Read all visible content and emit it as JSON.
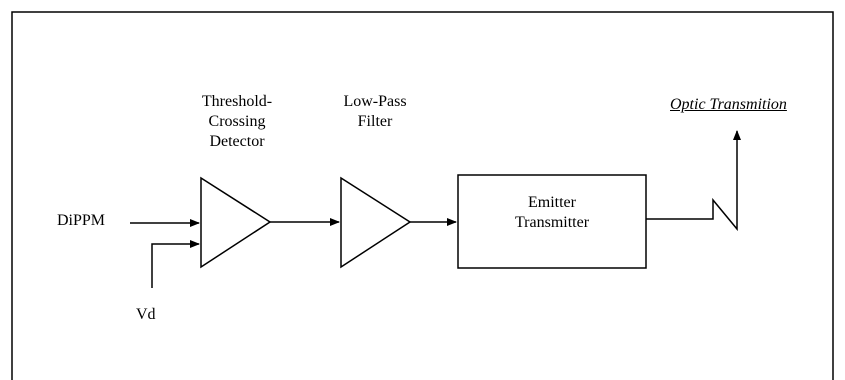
{
  "inputs": {
    "signal": "DiPPM",
    "reference": "Vd"
  },
  "blocks": {
    "threshold_detector": {
      "label_lines": [
        "Threshold-",
        "Crossing",
        "Detector"
      ]
    },
    "low_pass_filter": {
      "label_lines": [
        "Low-Pass",
        "Filter"
      ]
    },
    "emitter": {
      "label_lines": [
        "Emitter",
        "Transmitter"
      ]
    }
  },
  "output": {
    "label": "Optic Transmition"
  }
}
